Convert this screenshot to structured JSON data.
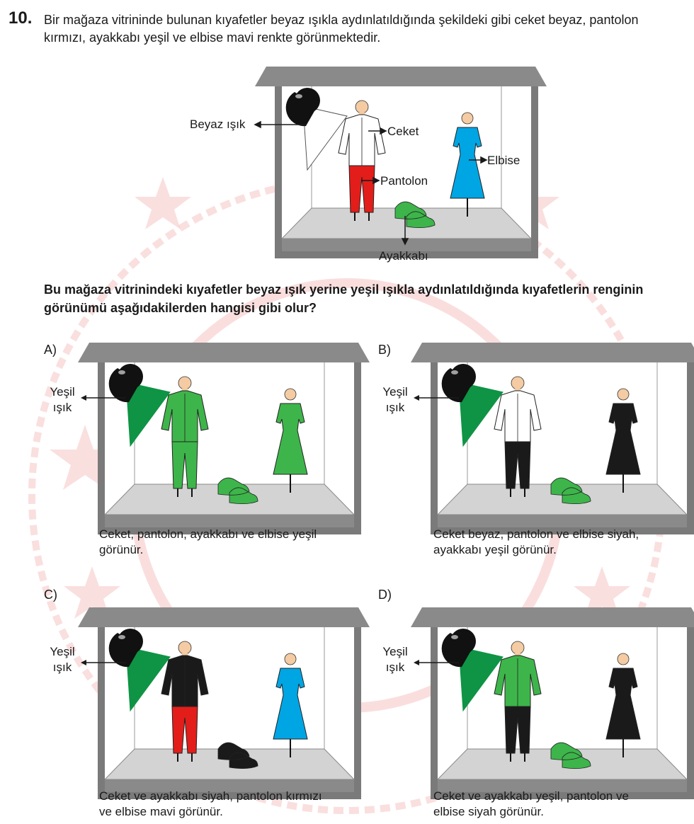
{
  "question": {
    "number": "10.",
    "text": "Bir mağaza vitrininde bulunan kıyafetler beyaz ışıkla aydınlatıldığında şekildeki gibi ceket beyaz, pantolon kırmızı, ayakkabı yeşil ve elbise mavi renkte görünmektedir."
  },
  "main_diagram": {
    "labels": {
      "light": "Beyaz ışık",
      "jacket": "Ceket",
      "trousers": "Pantolon",
      "dress": "Elbise",
      "shoes": "Ayakkabı"
    },
    "colors": {
      "light": "#ffffff",
      "jacket": "#ffffff",
      "trousers": "#e31d1a",
      "dress": "#00a5e3",
      "shoes": "#3db54a"
    }
  },
  "prompt": "Bu mağaza vitrinindeki kıyafetler beyaz ışık yerine yeşil ışıkla aydınlatıldığında kıyafetlerin renginin görünümü aşağıdakilerden hangisi gibi olur?",
  "options": [
    {
      "letter": "A)",
      "light_label_1": "Yeşil",
      "light_label_2": "ışık",
      "caption_1": "Ceket, pantolon, ayakkabı ve elbise yeşil",
      "caption_2": "görünür.",
      "colors": {
        "light": "#0e9444",
        "jacket": "#3db54a",
        "trousers": "#3db54a",
        "dress": "#3db54a",
        "shoes": "#3db54a"
      }
    },
    {
      "letter": "B)",
      "light_label_1": "Yeşil",
      "light_label_2": "ışık",
      "caption_1": "Ceket beyaz, pantolon ve elbise siyah,",
      "caption_2": "ayakkabı yeşil görünür.",
      "colors": {
        "light": "#0e9444",
        "jacket": "#ffffff",
        "trousers": "#1a1a1a",
        "dress": "#1a1a1a",
        "shoes": "#3db54a"
      }
    },
    {
      "letter": "C)",
      "light_label_1": "Yeşil",
      "light_label_2": "ışık",
      "caption_1": "Ceket ve ayakkabı siyah, pantolon kırmızı",
      "caption_2": "ve elbise mavi görünür.",
      "colors": {
        "light": "#0e9444",
        "jacket": "#1a1a1a",
        "trousers": "#e31d1a",
        "dress": "#00a5e3",
        "shoes": "#1a1a1a"
      }
    },
    {
      "letter": "D)",
      "light_label_1": "Yeşil",
      "light_label_2": "ışık",
      "caption_1": "Ceket ve ayakkabı yeşil, pantolon ve",
      "caption_2": "elbise siyah görünür.",
      "colors": {
        "light": "#0e9444",
        "jacket": "#3db54a",
        "trousers": "#1a1a1a",
        "dress": "#1a1a1a",
        "shoes": "#3db54a"
      }
    }
  ],
  "watermark_color": "#f4a7a7"
}
